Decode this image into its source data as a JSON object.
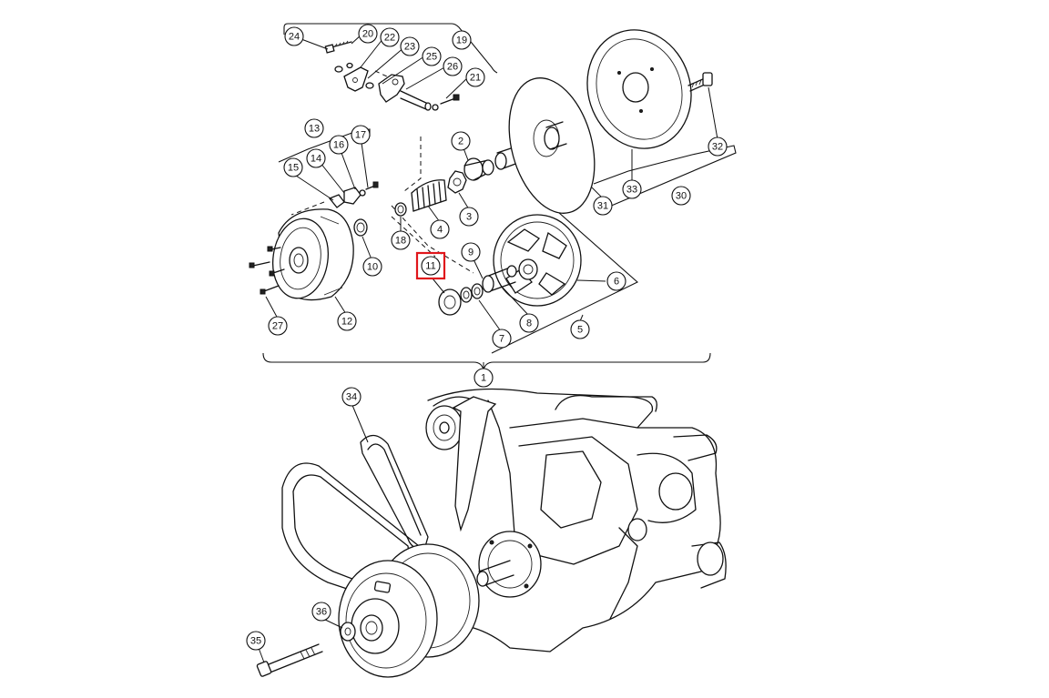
{
  "callouts": [
    {
      "id": "c1",
      "label": "1"
    },
    {
      "id": "c2",
      "label": "2"
    },
    {
      "id": "c3",
      "label": "3"
    },
    {
      "id": "c4",
      "label": "4"
    },
    {
      "id": "c5",
      "label": "5"
    },
    {
      "id": "c6",
      "label": "6"
    },
    {
      "id": "c7",
      "label": "7"
    },
    {
      "id": "c8",
      "label": "8"
    },
    {
      "id": "c9",
      "label": "9"
    },
    {
      "id": "c10",
      "label": "10"
    },
    {
      "id": "c11",
      "label": "11",
      "highlighted": true
    },
    {
      "id": "c12",
      "label": "12"
    },
    {
      "id": "c13",
      "label": "13"
    },
    {
      "id": "c14",
      "label": "14"
    },
    {
      "id": "c15",
      "label": "15"
    },
    {
      "id": "c16",
      "label": "16"
    },
    {
      "id": "c17",
      "label": "17"
    },
    {
      "id": "c18",
      "label": "18"
    },
    {
      "id": "c19",
      "label": "19"
    },
    {
      "id": "c20",
      "label": "20"
    },
    {
      "id": "c21",
      "label": "21"
    },
    {
      "id": "c22",
      "label": "22"
    },
    {
      "id": "c23",
      "label": "23"
    },
    {
      "id": "c24",
      "label": "24"
    },
    {
      "id": "c25",
      "label": "25"
    },
    {
      "id": "c26",
      "label": "26"
    },
    {
      "id": "c27",
      "label": "27"
    },
    {
      "id": "c30",
      "label": "30"
    },
    {
      "id": "c31",
      "label": "31"
    },
    {
      "id": "c32",
      "label": "32"
    },
    {
      "id": "c33",
      "label": "33"
    },
    {
      "id": "c34",
      "label": "34"
    },
    {
      "id": "c35",
      "label": "35"
    },
    {
      "id": "c36",
      "label": "36"
    }
  ],
  "highlight_color": "#e0161b",
  "line_color": "#111111",
  "background": "#ffffff"
}
